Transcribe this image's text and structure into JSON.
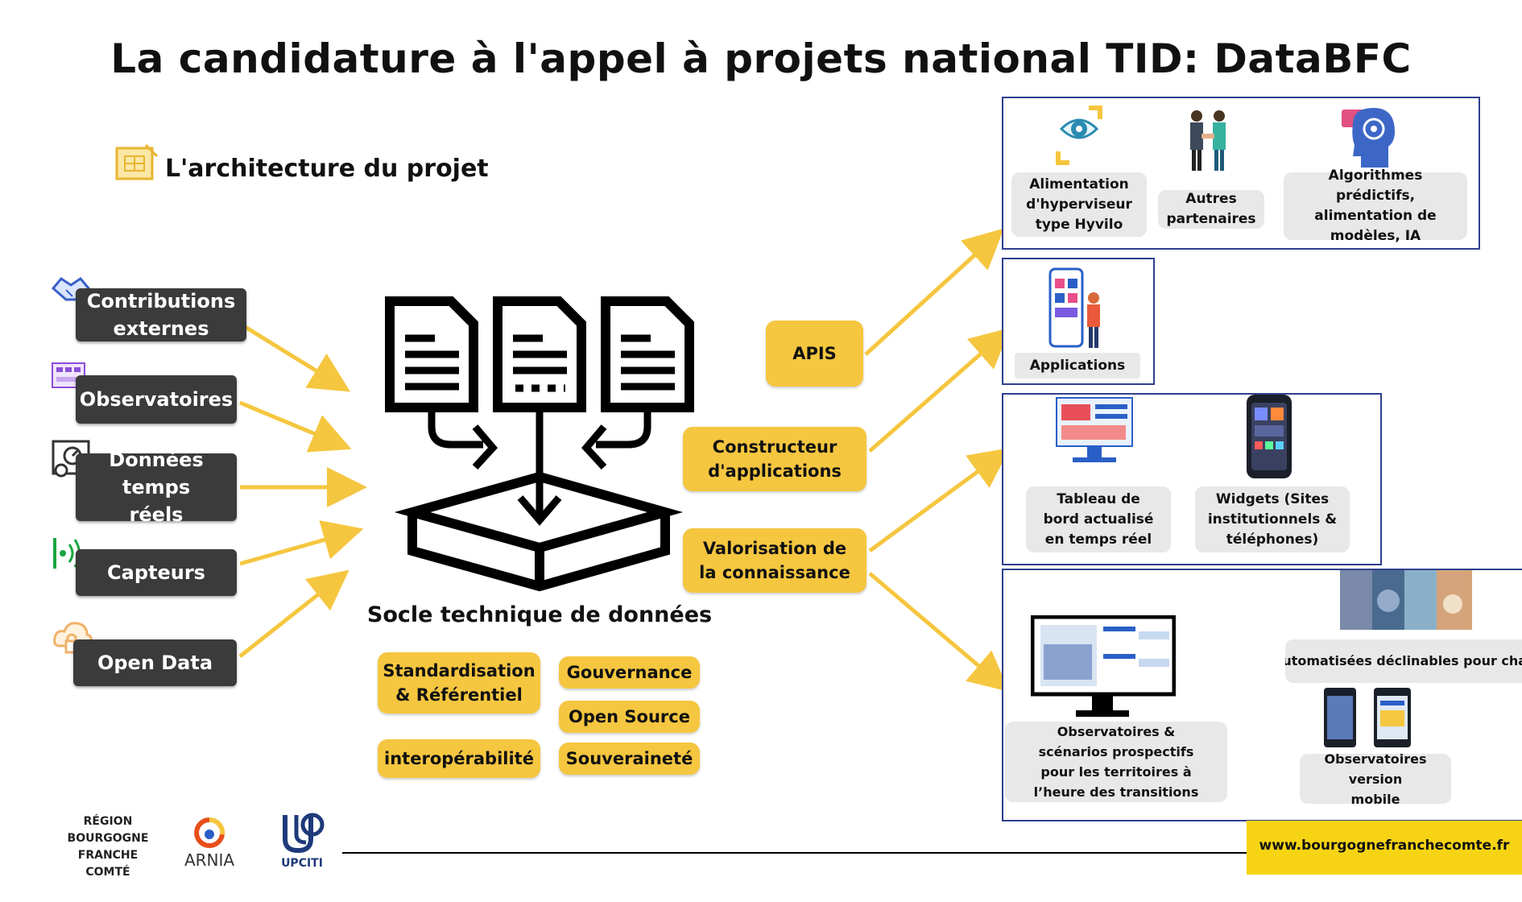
{
  "title": "La candidature à l'appel à projets national TID: DataBFC",
  "subtitle": "L'architecture du projet",
  "sources": [
    {
      "label": "Contributions externes",
      "icon": "handshake-icon"
    },
    {
      "label": "Observatoires",
      "icon": "calculator-icon"
    },
    {
      "label": "Données temps réels",
      "icon": "gear-gauge-icon"
    },
    {
      "label": "Capteurs",
      "icon": "signal-icon"
    },
    {
      "label": "Open Data",
      "icon": "cloud-lock-icon"
    }
  ],
  "socle": {
    "label": "Socle technique de données",
    "features": [
      "Standardisation & Référentiel",
      "interopérabilité",
      "Gouvernance",
      "Open Source",
      "Souveraineté"
    ]
  },
  "outputs": [
    "APIS",
    "Constructeur d'applications",
    "Valorisation de la connaissance"
  ],
  "targets": {
    "group1": [
      "Alimentation d'hyperviseur type Hyvilo",
      "Autres partenaires",
      "Algorithmes prédictifs, alimentation de modèles, IA"
    ],
    "applications": "Applications",
    "group3": [
      "Tableau de bord actualisé en temps réel",
      "Widgets (Sites institutionnels & téléphones)"
    ],
    "group4": {
      "observatoires": "Observatoires & scénarios prospectifs pour les territoires à l’heure des transitions",
      "productions": "Productions automatisées déclinables pour chaque territoire",
      "mobile": "Observatoires version mobile"
    }
  },
  "logos": {
    "region": "RÉGION BOURGOGNE FRANCHE COMTÉ",
    "arnia": "ARNIA",
    "upciti": "UPCITI"
  },
  "url": "www.bourgognefranchecomte.fr",
  "colors": {
    "accent_yellow": "#f5c63f",
    "dark_box": "#3b3b3b",
    "frame_blue": "#2f3f8f",
    "arrow": "#f5c63f",
    "url_bar": "#f7d413"
  }
}
